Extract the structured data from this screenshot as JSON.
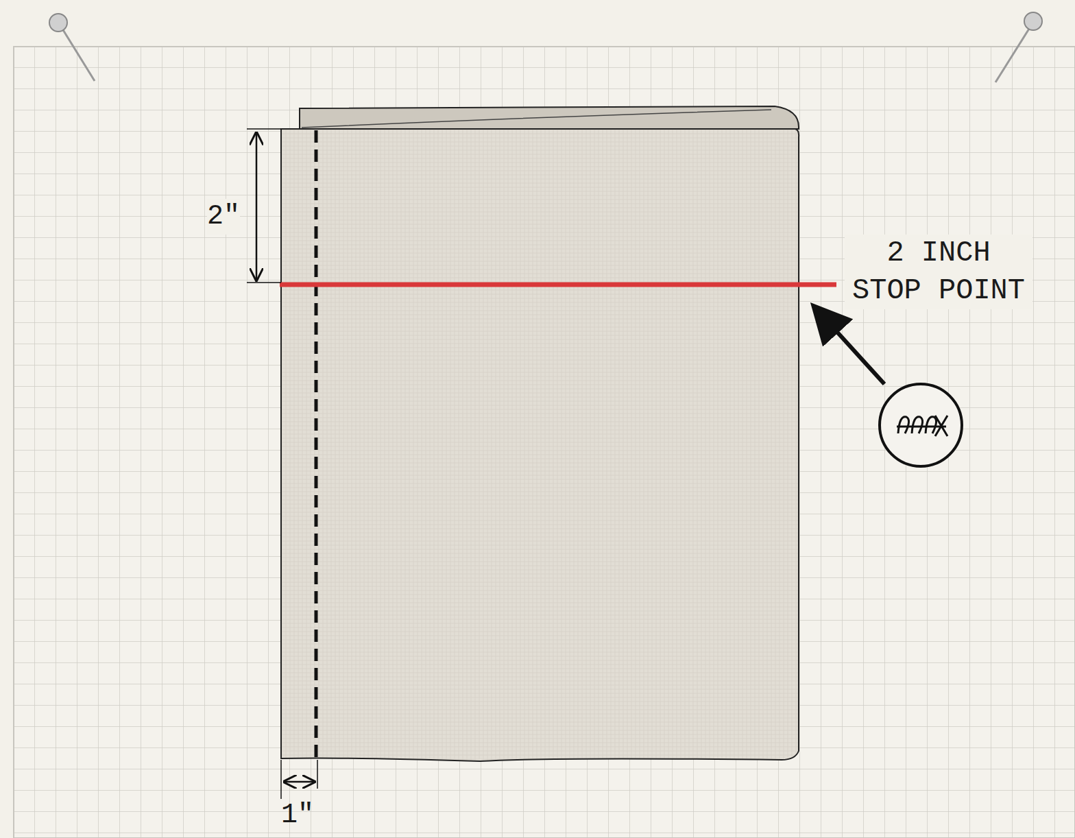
{
  "diagram": {
    "labels": [
      "2\"",
      "2 INCH STOP POINT",
      "1\""
    ]
  }
}
